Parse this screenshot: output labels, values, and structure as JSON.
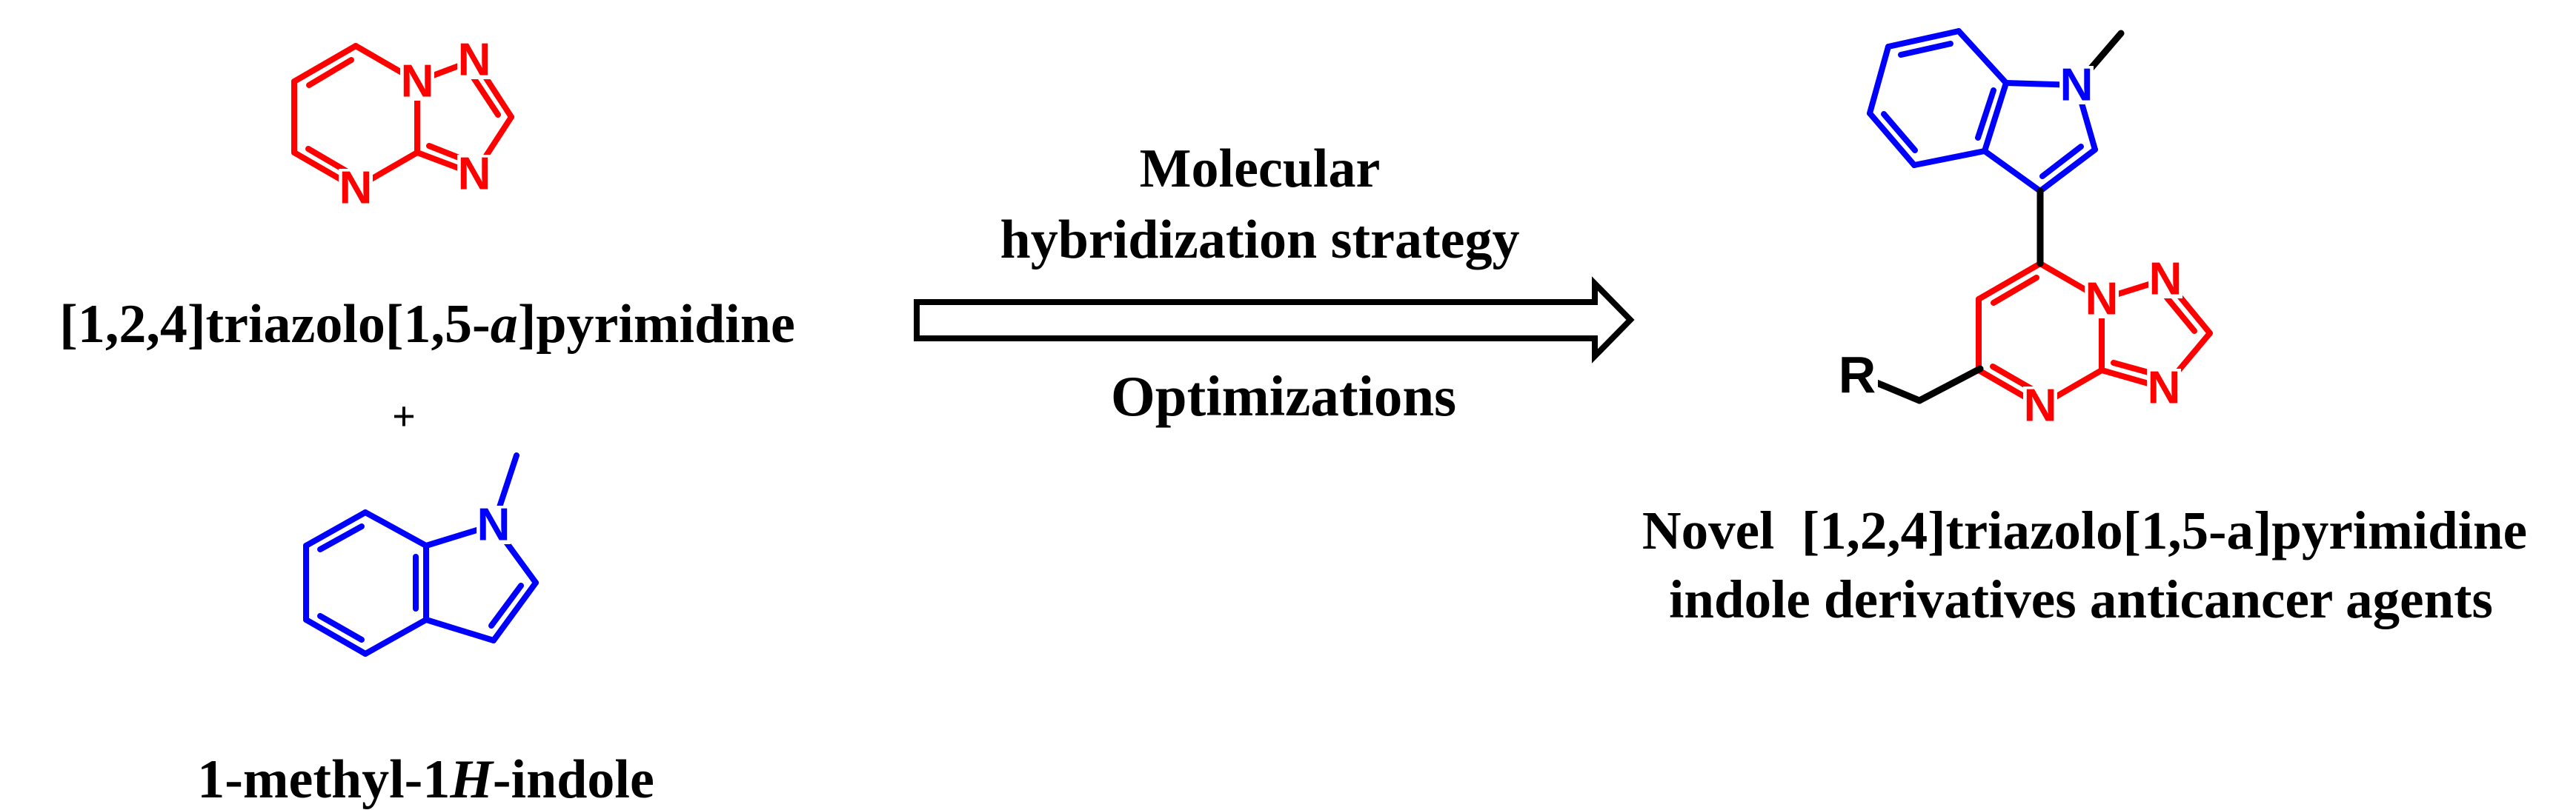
{
  "reactants": {
    "triazolopyrimidine": {
      "label_pre": "[1,2,4]triazolo[1,5-",
      "label_italic": "a",
      "label_post": "]pyrimidine",
      "color": "#ff0000"
    },
    "plus": "+",
    "indole": {
      "label_pre": "1-methyl-1",
      "label_italic": "H",
      "label_post": "-indole",
      "color": "#0000ff"
    }
  },
  "arrow": {
    "top_line1": "Molecular",
    "top_line2": "hybridization strategy",
    "bottom": "Optimizations"
  },
  "product": {
    "label_line1": "Novel  [1,2,4]triazolo[1,5-a]pyrimidine",
    "label_line2": "indole derivatives anticancer agents",
    "r_group": "R",
    "indole_color": "#0000ff",
    "triazolopyrimidine_color": "#ff0000",
    "linker_color": "#000000"
  },
  "atom": {
    "N": "N"
  }
}
